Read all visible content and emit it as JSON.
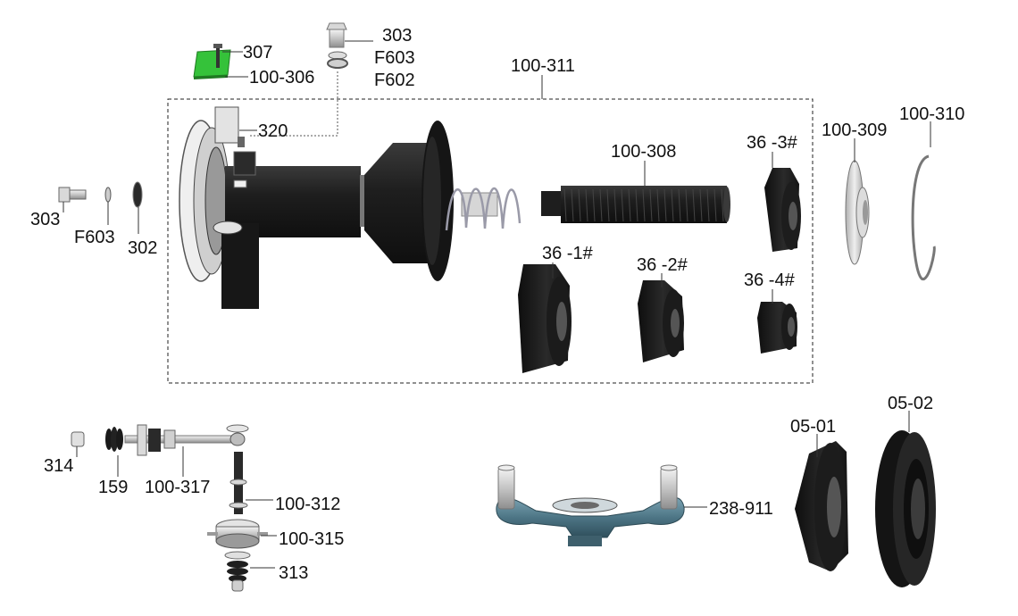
{
  "colors": {
    "background": "#ffffff",
    "part_dark": "#2b2b2b",
    "part_black": "#1a1a1a",
    "part_grey": "#c8c8c8",
    "part_light": "#e6e6e6",
    "highlight_green": "#35c23a",
    "wrench_blue": "#4d7585",
    "leader_line": "#333333"
  },
  "labels": {
    "p307": "307",
    "p100_306": "100-306",
    "p303_top": "303",
    "f603_top": "F603",
    "f602": "F602",
    "p100_311": "100-311",
    "p320": "320",
    "p303_left": "303",
    "f603_left": "F603",
    "p302": "302",
    "p100_308": "100-308",
    "p36_3": "36 -3#",
    "p36_1": "36  -1#",
    "p36_2": "36 -2#",
    "p36_4": "36 -4#",
    "p100_309": "100-309",
    "p100_310": "100-310",
    "p314": "314",
    "p159": "159",
    "p100_317": "100-317",
    "p100_312": "100-312",
    "p100_315": "100-315",
    "p313": "313",
    "p238_911": "238-911",
    "p05_01": "05-01",
    "p05_02": "05-02"
  }
}
